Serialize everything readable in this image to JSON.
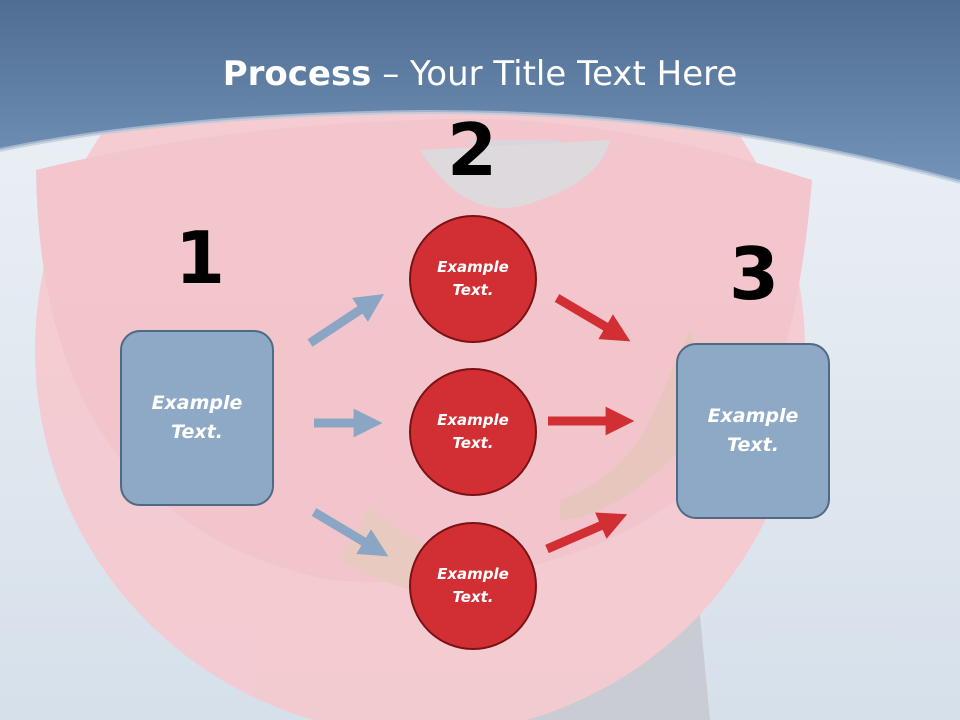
{
  "title": {
    "bold": "Process",
    "rest": " – Your Title Text Here"
  },
  "steps": [
    {
      "number": "1",
      "label": "Example Text."
    },
    {
      "number": "2",
      "labels": [
        "Example Text.",
        "Example Text.",
        "Example Text."
      ]
    },
    {
      "number": "3",
      "label": "Example Text."
    }
  ],
  "colors": {
    "header": "#5d81a8",
    "box_fill": "#8ea9c6",
    "box_border": "#4f6a85",
    "circle_fill": "#d12f33",
    "circle_border": "#7a1215",
    "arrow_blue": "#8aa6c4",
    "arrow_red": "#d12f33"
  }
}
